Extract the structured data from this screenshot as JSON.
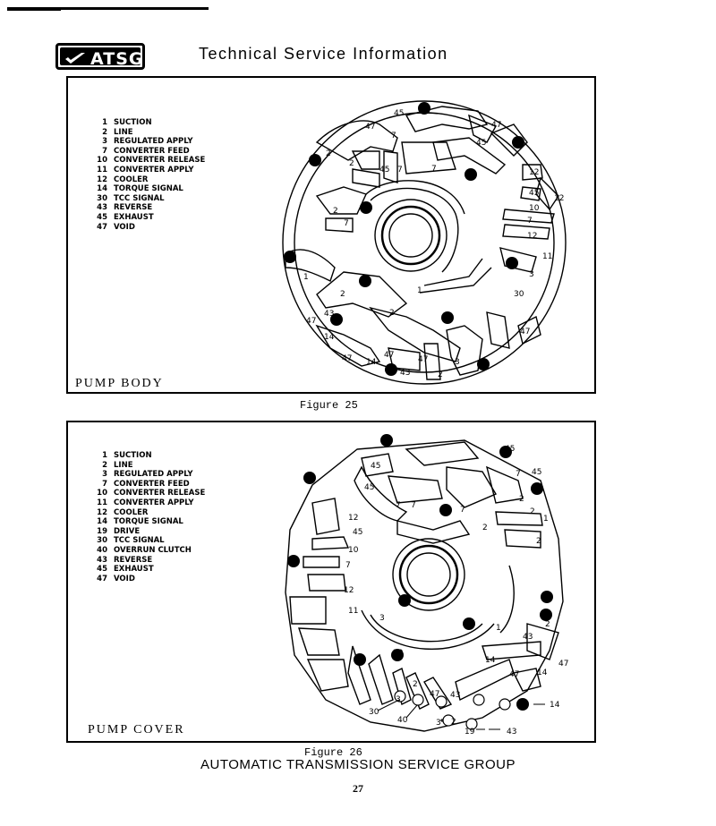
{
  "header": {
    "logo_text": "ATSG",
    "title": "Technical Service Information"
  },
  "figure25": {
    "legend": [
      {
        "num": "1",
        "label": "SUCTION"
      },
      {
        "num": "2",
        "label": "LINE"
      },
      {
        "num": "3",
        "label": "REGULATED APPLY"
      },
      {
        "num": "7",
        "label": "CONVERTER FEED"
      },
      {
        "num": "10",
        "label": "CONVERTER RELEASE"
      },
      {
        "num": "11",
        "label": "CONVERTER APPLY"
      },
      {
        "num": "12",
        "label": "COOLER"
      },
      {
        "num": "14",
        "label": "TORQUE SIGNAL"
      },
      {
        "num": "30",
        "label": "TCC SIGNAL"
      },
      {
        "num": "43",
        "label": "REVERSE"
      },
      {
        "num": "45",
        "label": "EXHAUST"
      },
      {
        "num": "47",
        "label": "VOID"
      }
    ],
    "panel_label": "PUMP BODY",
    "caption": "Figure 25"
  },
  "figure26": {
    "legend": [
      {
        "num": "1",
        "label": "SUCTION"
      },
      {
        "num": "2",
        "label": "LINE"
      },
      {
        "num": "3",
        "label": "REGULATED APPLY"
      },
      {
        "num": "7",
        "label": "CONVERTER FEED"
      },
      {
        "num": "10",
        "label": "CONVERTER RELEASE"
      },
      {
        "num": "11",
        "label": "CONVERTER APPLY"
      },
      {
        "num": "12",
        "label": "COOLER"
      },
      {
        "num": "14",
        "label": "TORQUE SIGNAL"
      },
      {
        "num": "19",
        "label": "DRIVE"
      },
      {
        "num": "30",
        "label": "TCC SIGNAL"
      },
      {
        "num": "40",
        "label": "OVERRUN CLUTCH"
      },
      {
        "num": "43",
        "label": "REVERSE"
      },
      {
        "num": "45",
        "label": "EXHAUST"
      },
      {
        "num": "47",
        "label": "VOID"
      }
    ],
    "panel_label": "PUMP COVER",
    "caption": "Figure 26"
  },
  "footer": {
    "org": "AUTOMATIC TRANSMISSION SERVICE GROUP",
    "page_number": "27"
  }
}
